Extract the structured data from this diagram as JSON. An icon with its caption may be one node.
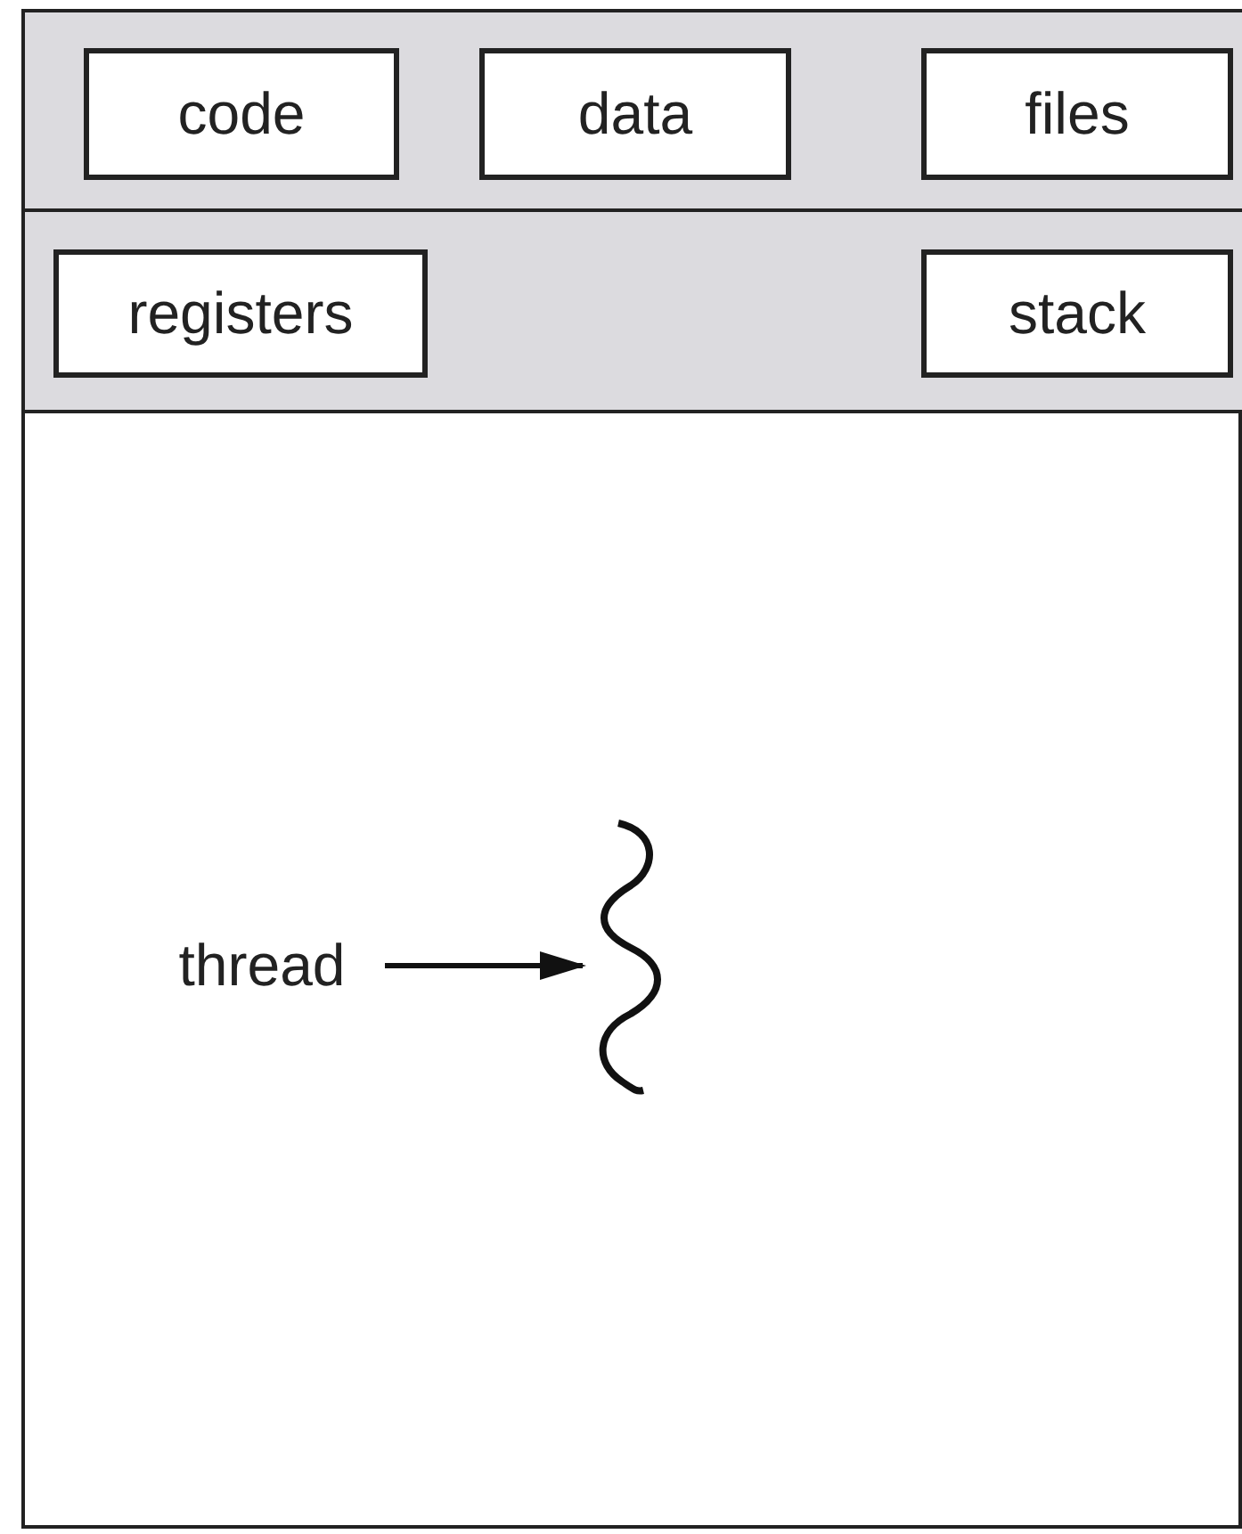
{
  "diagram": {
    "nodes": [
      {
        "text": [],
        "shape": "box"
      },
      {
        "text": [],
        "shape": "bar",
        "in": 0
      },
      {
        "text": [
          "code"
        ],
        "in": 1
      },
      {
        "text": [
          "data"
        ],
        "in": 1
      },
      {
        "text": [
          "files"
        ],
        "in": 1
      },
      {
        "text": [],
        "shape": "bar",
        "in": 0
      },
      {
        "text": [
          "registers"
        ],
        "in": 5
      },
      {
        "text": [
          "stack"
        ],
        "in": 5
      },
      {
        "text": [
          "thread"
        ],
        "in": 0
      },
      {
        "text": [],
        "shape": "wave",
        "in": 0
      }
    ],
    "edges": [
      {
        "from": 8,
        "to": 9,
        "arrow": "to"
      }
    ]
  }
}
